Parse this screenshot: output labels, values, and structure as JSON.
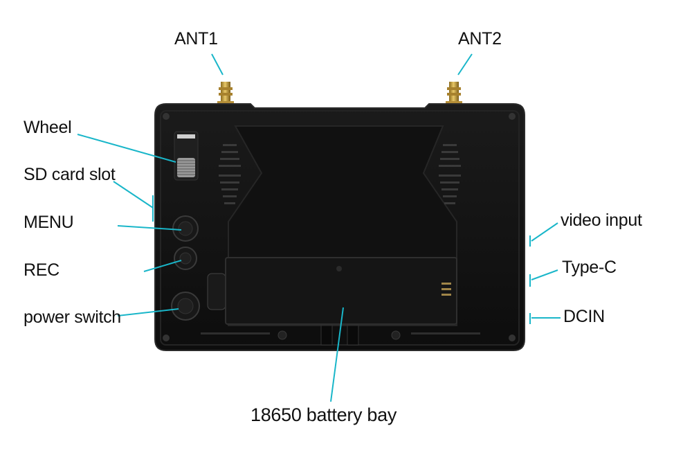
{
  "labels": {
    "ant1": "ANT1",
    "ant2": "ANT2",
    "wheel": "Wheel",
    "sd_card_slot": "SD card slot",
    "menu": "MENU",
    "rec": "REC",
    "power_switch": "power switch",
    "video_input": "video input",
    "type_c": "Type-C",
    "dcin": "DCIN",
    "battery_bay": "18650 battery bay"
  },
  "colors": {
    "leader_line": "#19b6c9",
    "device_body": "#151515",
    "device_panel": "#0c0c0c",
    "antenna_gold": "#c9a13e",
    "text": "#111111"
  }
}
